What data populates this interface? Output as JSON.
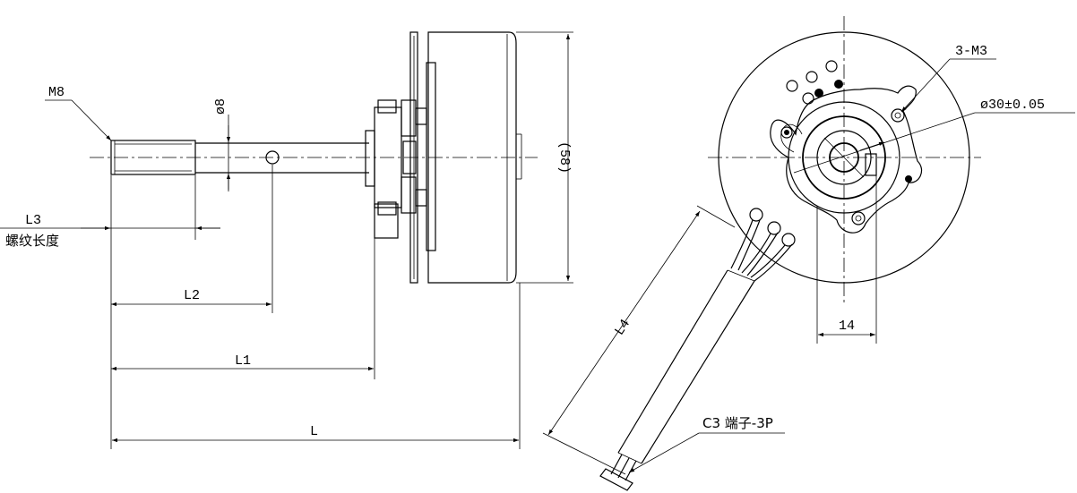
{
  "labels": {
    "thread": "M8",
    "shaft_dia": "ø8",
    "thread_len_code": "L3",
    "thread_len_desc": "螺纹长度",
    "dim_l2": "L2",
    "dim_l1": "L1",
    "dim_l": "L",
    "height": "(58)",
    "holes": "3-M3",
    "pilot_dia": "ø30±0.05",
    "width_14": "14",
    "cable_len": "L4",
    "connector": "C3 端子-3P"
  }
}
